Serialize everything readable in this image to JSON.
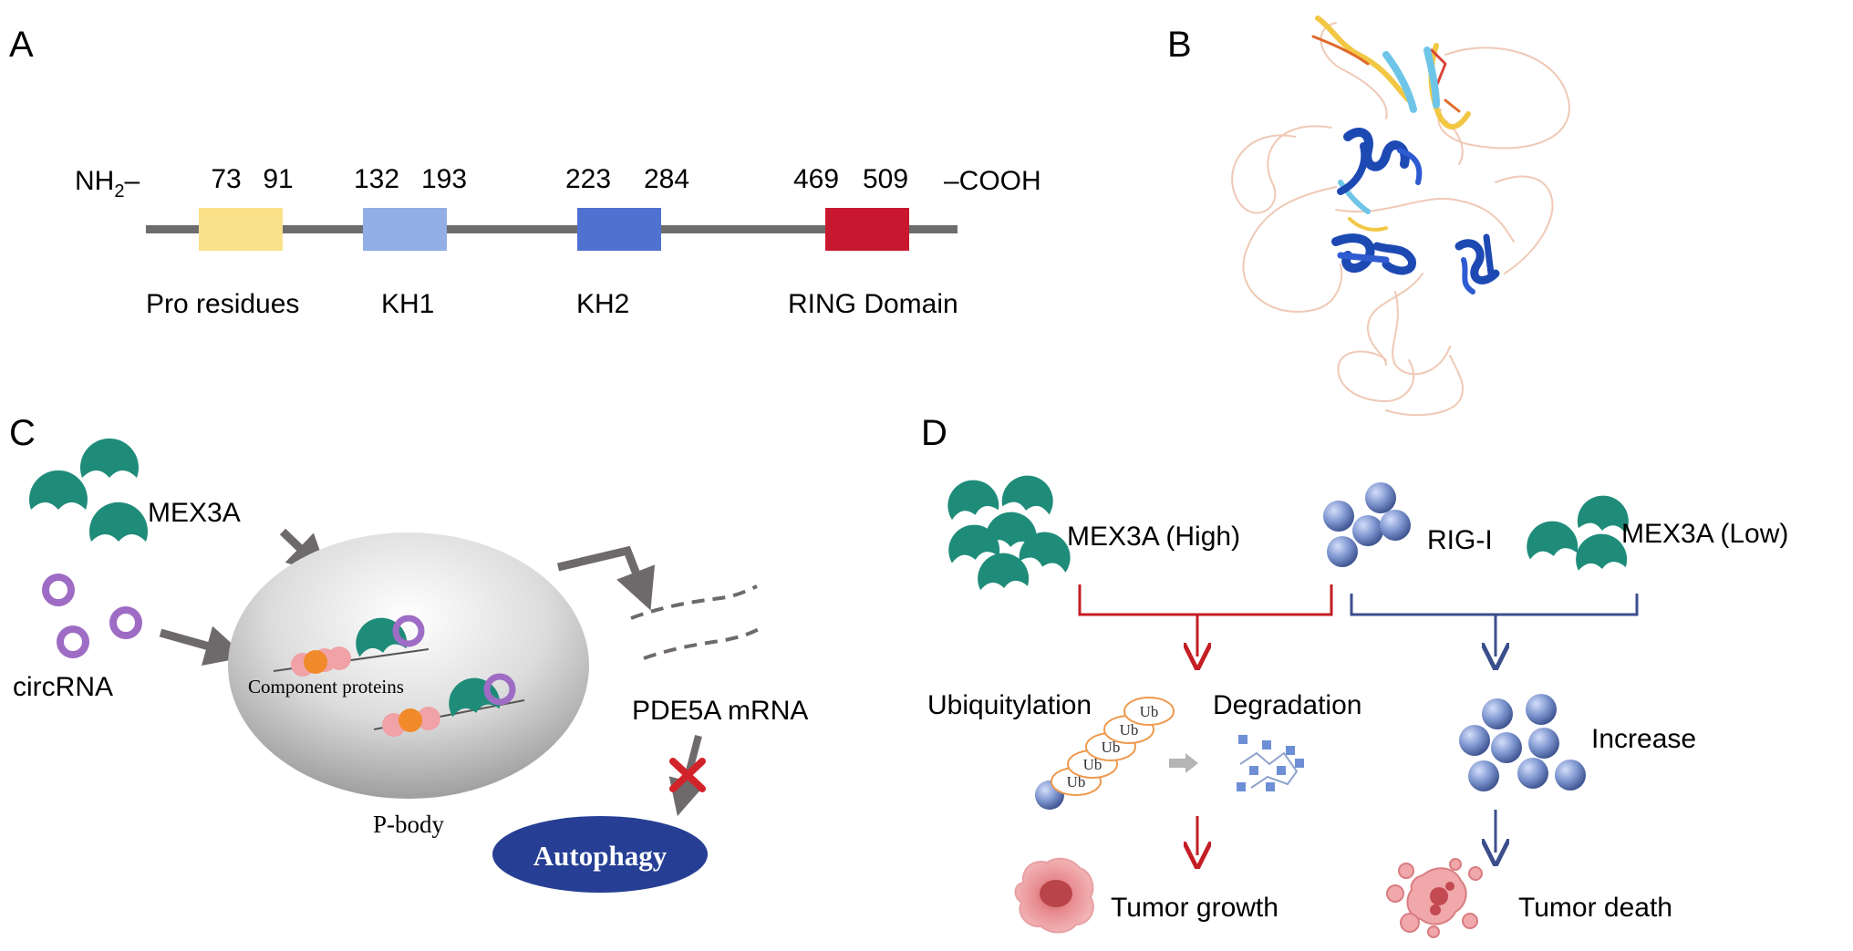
{
  "panels": {
    "a": {
      "letter": "A",
      "n_terminus": "NH",
      "n_terminus_sub": "2",
      "n_terminus_dash": "–",
      "c_terminus": "–COOH",
      "domains": [
        {
          "start": "73",
          "end": "91",
          "label": "Pro residues",
          "color": "#FBE18A"
        },
        {
          "start": "132",
          "end": "193",
          "label": "KH1",
          "color": "#91AEE6"
        },
        {
          "start": "223",
          "end": "284",
          "label": "KH2",
          "color": "#4F72D1"
        },
        {
          "start": "469",
          "end": "509",
          "label": "RING Domain",
          "color": "#C8182F"
        }
      ]
    },
    "b": {
      "letter": "B"
    },
    "c": {
      "letter": "C",
      "mex3a_label": "MEX3A",
      "circrna_label": "circRNA",
      "component_label": "Component proteins",
      "pbody_label": "P-body",
      "mrna_label": "PDE5A mRNA",
      "autophagy_label": "Autophagy"
    },
    "d": {
      "letter": "D",
      "mex3a_high_label": "MEX3A (High)",
      "rigi_label": "RIG-I",
      "mex3a_low_label": "MEX3A (Low)",
      "ubiquitylation_label": "Ubiquitylation",
      "ub_tag": "Ub",
      "degradation_label": "Degradation",
      "increase_label": "Increase",
      "tumor_growth_label": "Tumor growth",
      "tumor_death_label": "Tumor death"
    }
  },
  "colors": {
    "teal": "#1F8C7A",
    "purple": "#9E6CC4",
    "gray_arrow": "#6E6A6B",
    "red_line": "#C41E24",
    "blue_line": "#3B4E8C",
    "autophagy_fill": "#263F94",
    "sphere_blue": "#7B93CC",
    "ub_orange": "#EE9A4E",
    "tumor_pink": "#EC9A9C"
  }
}
